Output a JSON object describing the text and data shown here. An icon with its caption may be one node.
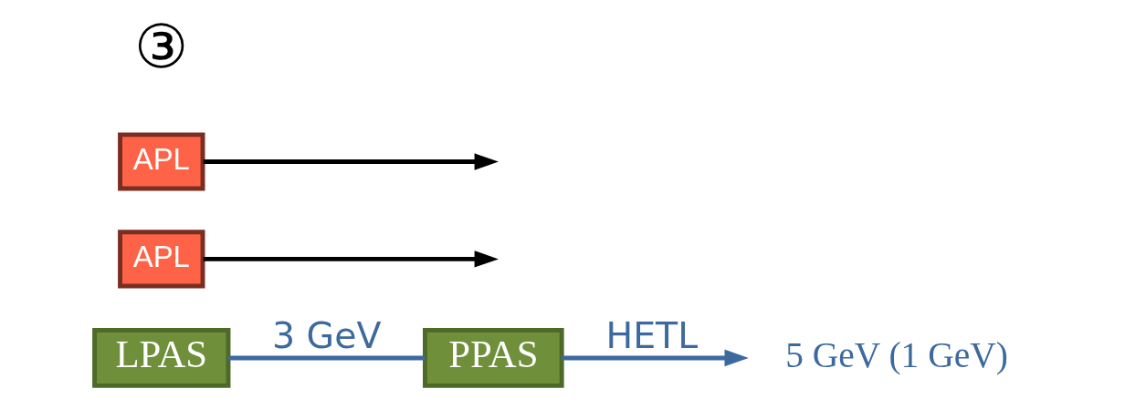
{
  "diagram": {
    "nodes": [
      {
        "text": [
          "LPAS"
        ]
      },
      {
        "text": [
          "PPAS"
        ]
      },
      {
        "text": [
          "5 GeV (1 GeV)"
        ]
      },
      {
        "text": [
          "APL"
        ]
      },
      {
        "text": [
          "APL"
        ]
      }
    ],
    "edges": [
      {
        "from": 0,
        "to": 1,
        "arrow": "none",
        "label": "3 GeV",
        "color": "#3d6a9e"
      },
      {
        "from": 1,
        "to": 2,
        "arrow": "to",
        "label": "HETL",
        "color": "#3d6a9e"
      },
      {
        "from": 3,
        "to": null,
        "arrow": "to",
        "color": "#000000"
      },
      {
        "from": 4,
        "to": null,
        "arrow": "to",
        "color": "#000000"
      }
    ],
    "labels": [
      "③"
    ]
  }
}
